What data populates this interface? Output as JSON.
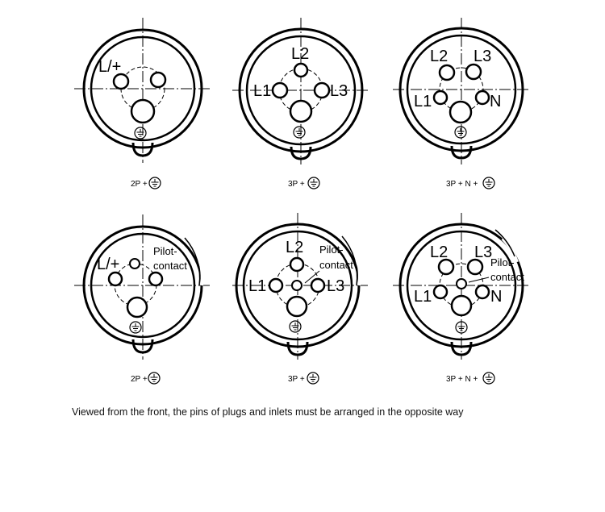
{
  "diagrams": [
    {
      "caption": "2P +",
      "labels": [
        "L/+"
      ],
      "pilot": ""
    },
    {
      "caption": "3P +",
      "labels": [
        "L2",
        "L1",
        "L3"
      ],
      "pilot": ""
    },
    {
      "caption": "3P + N +",
      "labels": [
        "L2",
        "L3",
        "L1",
        "N"
      ],
      "pilot": ""
    },
    {
      "caption": "2P +",
      "labels": [
        "L/+"
      ],
      "pilot": [
        "Pilot-",
        "contact"
      ]
    },
    {
      "caption": "3P +",
      "labels": [
        "L2",
        "L1",
        "L3"
      ],
      "pilot": [
        "Pilot-",
        "contact"
      ]
    },
    {
      "caption": "3P + N +",
      "labels": [
        "L2",
        "L3",
        "L1",
        "N"
      ],
      "pilot": [
        "Pilot-",
        "contact"
      ]
    }
  ],
  "icons": {
    "earth": "earth-ground-icon"
  },
  "note": "Viewed from the front, the pins of plugs and inlets must be arranged in the opposite way"
}
